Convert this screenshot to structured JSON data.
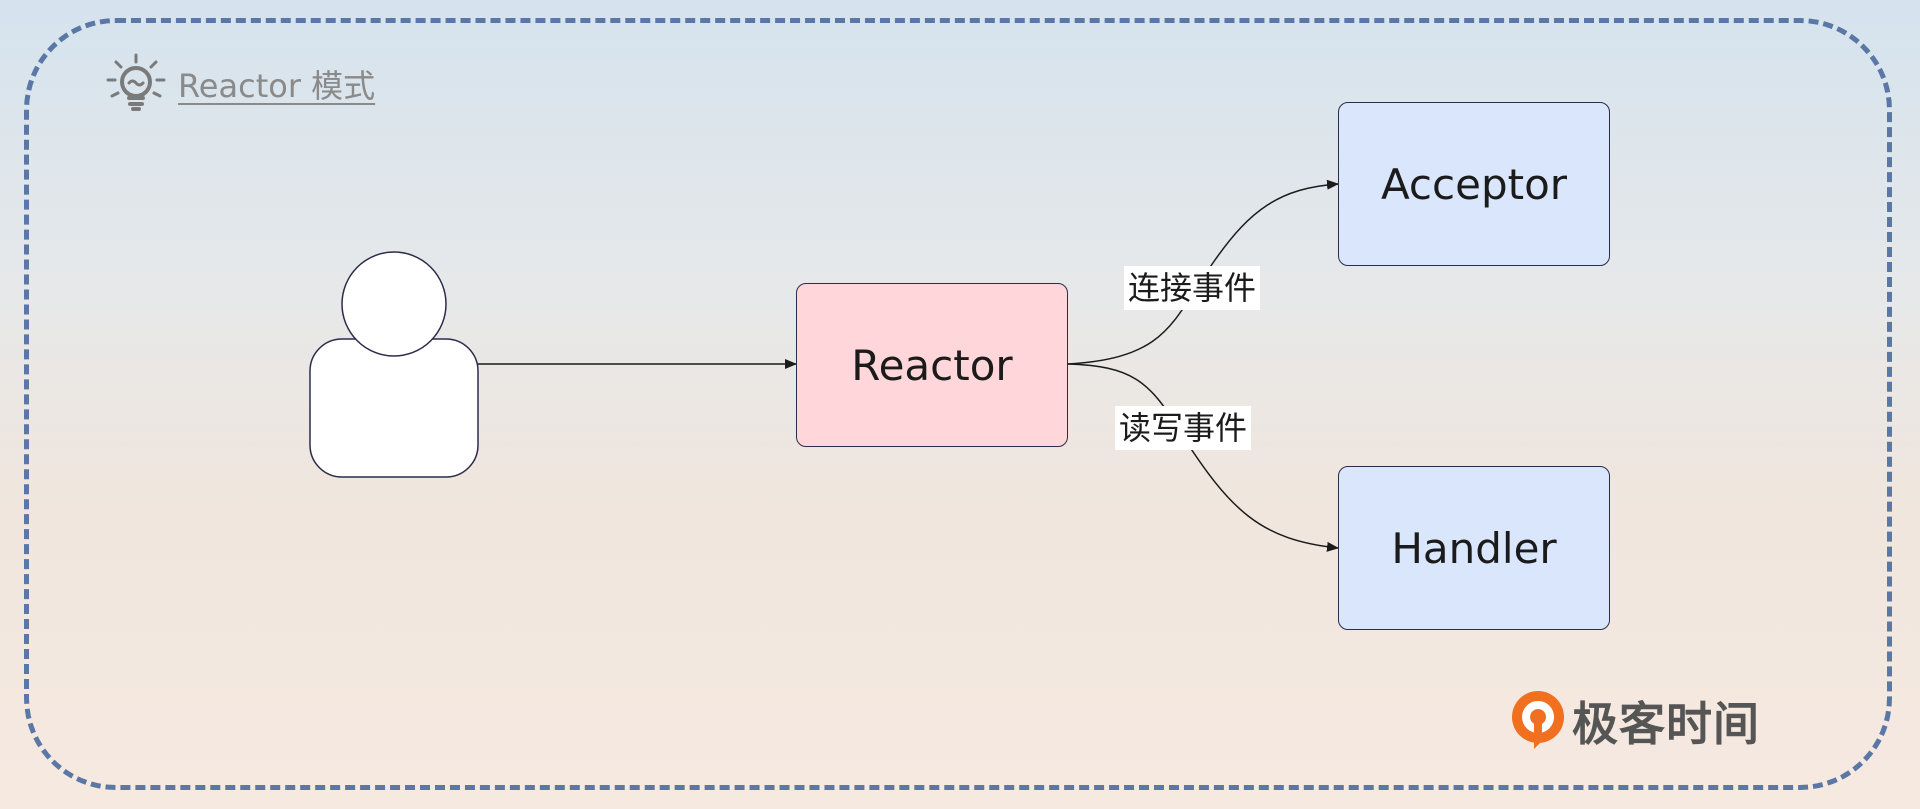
{
  "legend": {
    "label": "Reactor 模式",
    "icon": "lightbulb-icon"
  },
  "nodes": {
    "user": {
      "icon": "person-icon"
    },
    "reactor": {
      "label": "Reactor",
      "color": "#ffd6d9"
    },
    "acceptor": {
      "label": "Acceptor",
      "color": "#d9e6fc"
    },
    "handler": {
      "label": "Handler",
      "color": "#d9e6fc"
    }
  },
  "edges": [
    {
      "from": "user",
      "to": "reactor",
      "label": ""
    },
    {
      "from": "reactor",
      "to": "acceptor",
      "label": "连接事件"
    },
    {
      "from": "reactor",
      "to": "handler",
      "label": "读写事件"
    }
  ],
  "labels": {
    "connect": "连接事件",
    "read_write": "读写事件"
  },
  "brand": {
    "text": "极客时间",
    "color": "#f07020"
  },
  "colors": {
    "frame": "#5a77a6",
    "edge": "#1b1b1b"
  }
}
